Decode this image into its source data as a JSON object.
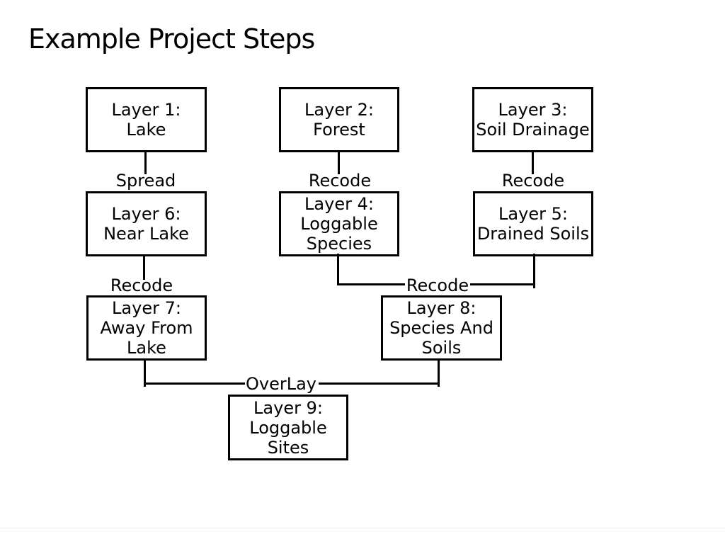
{
  "title": "Example Project Steps",
  "diagram": {
    "nodes": {
      "layer1": {
        "text": "Layer 1:\nLake"
      },
      "layer2": {
        "text": "Layer 2:\nForest"
      },
      "layer3": {
        "text": "Layer 3:\nSoil Drainage"
      },
      "layer6": {
        "text": "Layer 6:\nNear Lake"
      },
      "layer4": {
        "text": "Layer 4:\nLoggable\nSpecies"
      },
      "layer5": {
        "text": "Layer 5:\nDrained Soils"
      },
      "layer7": {
        "text": "Layer 7:\nAway From\nLake"
      },
      "layer8": {
        "text": "Layer 8:\nSpecies And\nSoils"
      },
      "layer9": {
        "text": "Layer 9:\nLoggable\nSites"
      }
    },
    "labels": {
      "spread_1_to_6": "Spread",
      "recode_2_to_4": "Recode",
      "recode_3_to_5": "Recode",
      "recode_6_to_7": "Recode",
      "recode_45_to_8": "Recode",
      "overlay_78_to_9": "OverLay"
    },
    "colors": {
      "line": "#000000",
      "background": "#ffffff",
      "text": "#000000"
    }
  }
}
